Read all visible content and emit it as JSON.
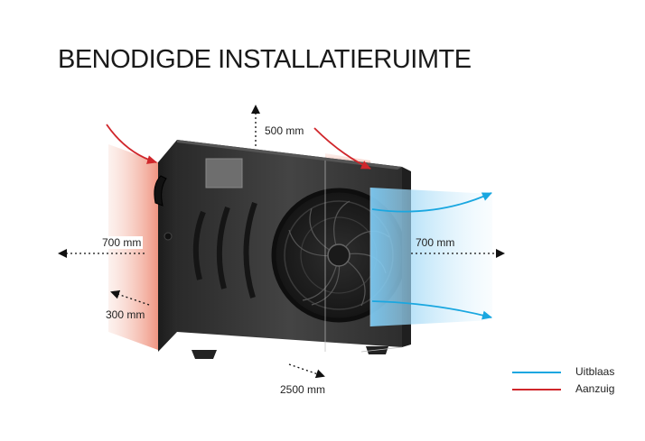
{
  "title": "BENODIGDE INSTALLATIERUIMTE",
  "clearances": {
    "top": "500 mm",
    "left": "700 mm",
    "right": "700 mm",
    "back": "300 mm",
    "front": "2500 mm"
  },
  "legend": [
    {
      "label": "Uitblaas",
      "color": "#1aa7e0"
    },
    {
      "label": "Aanzuig",
      "color": "#d0262b"
    }
  ]
}
